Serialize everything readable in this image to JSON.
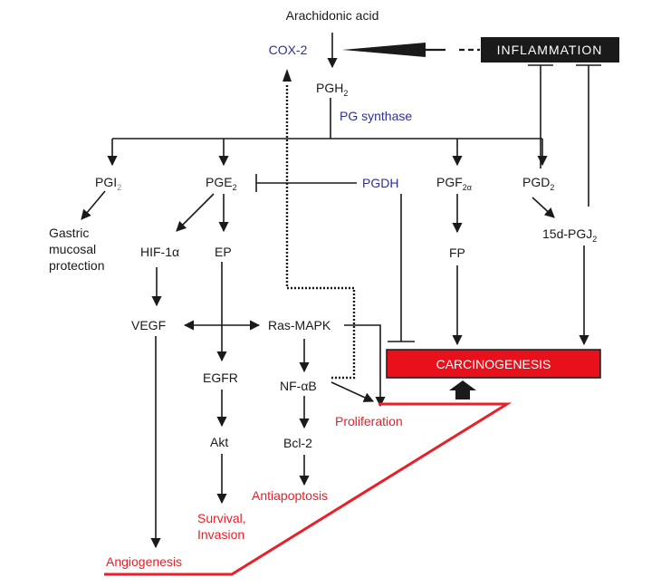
{
  "nodes": {
    "arachidonic_acid": "Arachidonic acid",
    "cox2": "COX-2",
    "inflammation": "INFLAMMATION",
    "pgh2": {
      "base": "PGH",
      "sub": "2"
    },
    "pg_synthase": "PG synthase",
    "pgi2": {
      "base": "PGI",
      "sub": "2"
    },
    "pge2": {
      "base": "PGE",
      "sub": "2"
    },
    "pgdh": "PGDH",
    "pgf2a": {
      "base": "PGF",
      "sub": "2α"
    },
    "pgd2": {
      "base": "PGD",
      "sub": "2"
    },
    "gastric_1": "Gastric",
    "gastric_2": "mucosal",
    "gastric_3": "protection",
    "hif1a": "HIF-1α",
    "ep": "EP",
    "fp": "FP",
    "pgj2": {
      "base": "15d-PGJ",
      "sub": "2"
    },
    "vegf": "VEGF",
    "ras_mapk": "Ras-MAPK",
    "carcinogenesis": "CARCINOGENESIS",
    "egfr": "EGFR",
    "nfkb": "NF-αB",
    "proliferation": "Proliferation",
    "akt": "Akt",
    "bcl2": "Bcl-2",
    "antiapoptosis": "Antiapoptosis",
    "survival_1": "Survival,",
    "survival_2": "Invasion",
    "angiogenesis": "Angiogenesis"
  },
  "colors": {
    "enzyme": "#2e3192",
    "outcome": "#e8202a",
    "carcinogenesis_fill": "#e8101a",
    "inflammation_fill": "#1a1a1a",
    "line": "#1a1a1a"
  }
}
